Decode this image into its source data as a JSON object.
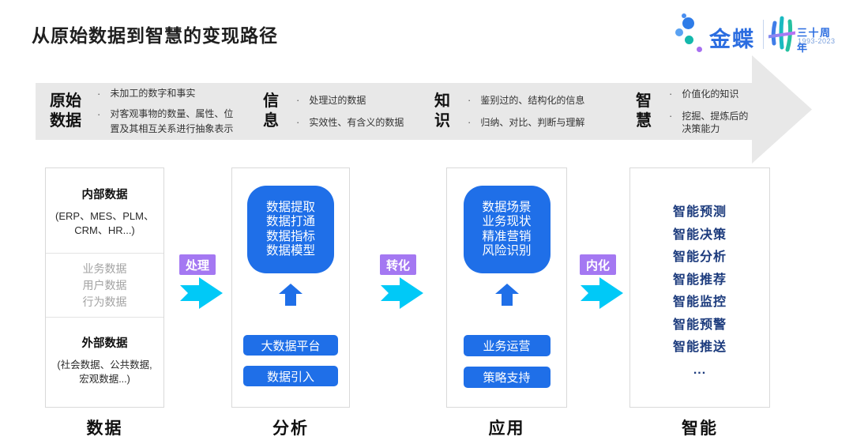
{
  "title": "从原始数据到智慧的变现路径",
  "logo": {
    "brand": "金蝶",
    "anniversary": "三十周年",
    "years": "1993-2023"
  },
  "banner": {
    "stages": [
      {
        "line1": "原始",
        "line2": "数据",
        "points": [
          "未加工的数字和事实",
          "对客观事物的数量、属性、位置及其相互关系进行抽象表示"
        ]
      },
      {
        "line1": "信",
        "line2": "息",
        "points": [
          "处理过的数据",
          "实效性、有含义的数据"
        ]
      },
      {
        "line1": "知",
        "line2": "识",
        "points": [
          "鉴别过的、结构化的信息",
          "归纳、对比、判断与理解"
        ]
      },
      {
        "line1": "智",
        "line2": "慧",
        "points": [
          "价值化的知识",
          "挖掘、提炼后的决策能力"
        ]
      }
    ]
  },
  "flow_labels": [
    "处理",
    "转化",
    "内化"
  ],
  "columns": {
    "data": {
      "footer": "数据",
      "internal": {
        "heading": "内部数据",
        "line1": "(ERP、MES、PLM、",
        "line2": "CRM、HR...)"
      },
      "middle": [
        "业务数据",
        "用户数据",
        "行为数据"
      ],
      "external": {
        "heading": "外部数据",
        "line1": "(社会数据、公共数据,",
        "line2": "宏观数据...)"
      }
    },
    "analysis": {
      "footer": "分析",
      "bubble": [
        "数据提取",
        "数据打通",
        "数据指标",
        "数据模型"
      ],
      "chips": [
        "大数据平台",
        "数据引入"
      ]
    },
    "application": {
      "footer": "应用",
      "bubble": [
        "数据场景",
        "业务现状",
        "精准营销",
        "风险识别"
      ],
      "chips": [
        "业务运营",
        "策略支持"
      ]
    },
    "intelligence": {
      "footer": "智能",
      "items": [
        "智能预测",
        "智能决策",
        "智能分析",
        "智能推荐",
        "智能监控",
        "智能预警",
        "智能推送",
        "..."
      ]
    }
  },
  "colors": {
    "accent_blue": "#1F6FE8",
    "navy_text": "#1B3A7C",
    "purple_label": "#A478F2",
    "cyan_arrow": "#00C9F7",
    "band_gray": "#E8E8E8",
    "brand_blue": "#2B6DE0"
  }
}
